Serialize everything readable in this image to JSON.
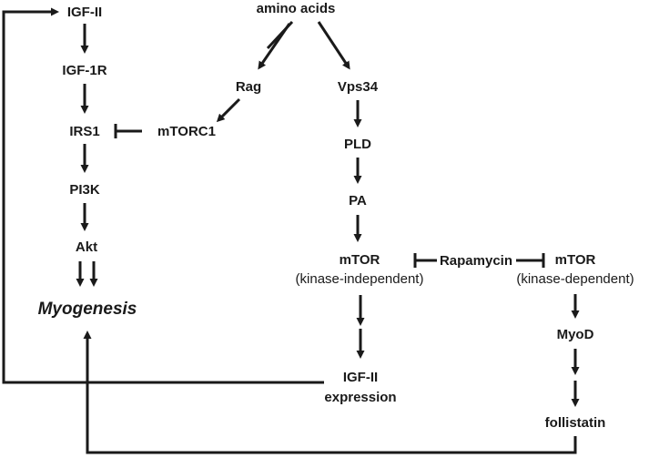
{
  "nodes": {
    "igf2": "IGF-II",
    "igf1r": "IGF-1R",
    "irs1": "IRS1",
    "pi3k": "PI3K",
    "akt": "Akt",
    "myogenesis": "Myogenesis",
    "amino_acids": "amino acids",
    "rag": "Rag",
    "vps34": "Vps34",
    "mtorc1": "mTORC1",
    "pld": "PLD",
    "pa": "PA",
    "mtor_ki": "mTOR",
    "mtor_ki_sub": "(kinase-independent)",
    "rapamycin": "Rapamycin",
    "mtor_kd": "mTOR",
    "mtor_kd_sub": "(kinase-dependent)",
    "igf2_expr_1": "IGF-II",
    "igf2_expr_2": "expression",
    "myod": "MyoD",
    "follistatin": "follistatin"
  }
}
